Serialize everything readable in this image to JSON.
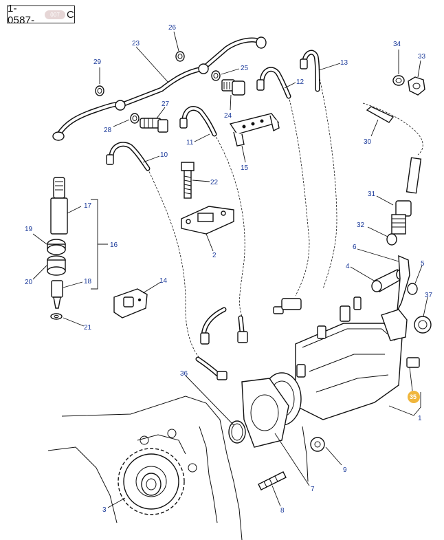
{
  "diagram": {
    "reference": {
      "prefix": "1-0587-",
      "badge": "007",
      "suffix": "C"
    },
    "labels": [
      {
        "id": "1",
        "text": "1"
      },
      {
        "id": "2",
        "text": "2"
      },
      {
        "id": "3",
        "text": "3"
      },
      {
        "id": "4",
        "text": "4"
      },
      {
        "id": "5",
        "text": "5"
      },
      {
        "id": "6",
        "text": "6"
      },
      {
        "id": "7",
        "text": "7"
      },
      {
        "id": "8",
        "text": "8"
      },
      {
        "id": "9",
        "text": "9"
      },
      {
        "id": "10",
        "text": "10"
      },
      {
        "id": "11",
        "text": "11"
      },
      {
        "id": "12",
        "text": "12"
      },
      {
        "id": "13",
        "text": "13"
      },
      {
        "id": "14",
        "text": "14"
      },
      {
        "id": "15",
        "text": "15"
      },
      {
        "id": "16",
        "text": "16"
      },
      {
        "id": "17",
        "text": "17"
      },
      {
        "id": "18",
        "text": "18"
      },
      {
        "id": "19",
        "text": "19"
      },
      {
        "id": "20",
        "text": "20"
      },
      {
        "id": "21",
        "text": "21"
      },
      {
        "id": "22",
        "text": "22"
      },
      {
        "id": "23",
        "text": "23"
      },
      {
        "id": "24",
        "text": "24"
      },
      {
        "id": "25",
        "text": "25"
      },
      {
        "id": "26",
        "text": "26"
      },
      {
        "id": "27",
        "text": "27"
      },
      {
        "id": "28",
        "text": "28"
      },
      {
        "id": "29",
        "text": "29"
      },
      {
        "id": "30",
        "text": "30"
      },
      {
        "id": "31",
        "text": "31"
      },
      {
        "id": "32",
        "text": "32"
      },
      {
        "id": "33",
        "text": "33"
      },
      {
        "id": "34",
        "text": "34"
      },
      {
        "id": "35",
        "text": "35"
      },
      {
        "id": "36",
        "text": "36"
      },
      {
        "id": "37",
        "text": "37"
      }
    ],
    "highlight_color": "#f0b63c",
    "label_color": "#1b3a9a"
  }
}
